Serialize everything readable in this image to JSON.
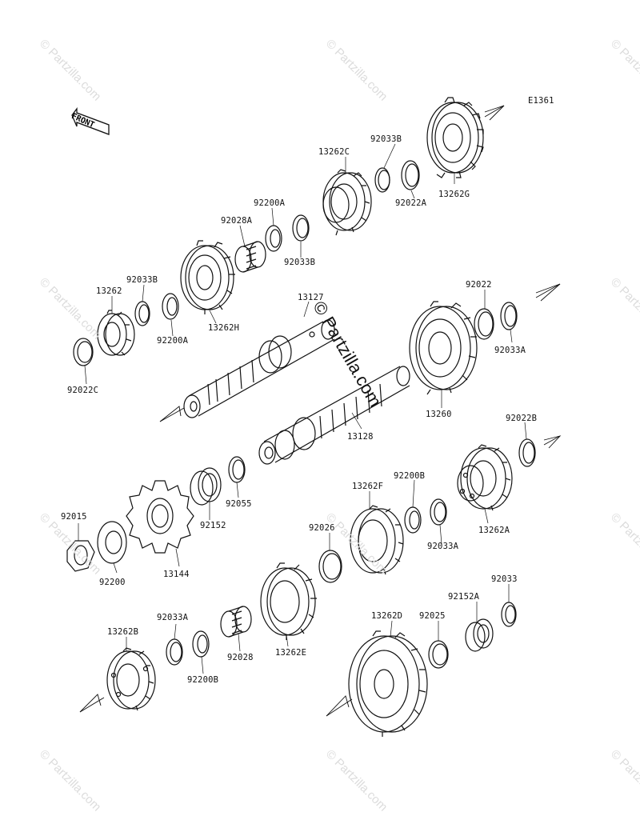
{
  "diagram_id": "E1361",
  "front_label": "FRONT",
  "watermark_text": "© Partzilla.com",
  "center_watermark": "© Partzilla.com",
  "parts": {
    "p13262G": "13262G",
    "p92033B_top": "92033B",
    "p92022A": "92022A",
    "p13262C": "13262C",
    "p92200A_top": "92200A",
    "p92028A": "92028A",
    "p92033B_mid": "92033B",
    "p92033B_left": "92033B",
    "p13262": "13262",
    "p92200A_left": "92200A",
    "p13262H": "13262H",
    "p92022C": "92022C",
    "p13127": "13127",
    "p92022": "92022",
    "p92033A_right": "92033A",
    "p13260": "13260",
    "p13128": "13128",
    "p92022B": "92022B",
    "p92055": "92055",
    "p92152": "92152",
    "p92200B_mid": "92200B",
    "p13262F": "13262F",
    "p92033A_mid": "92033A",
    "p13262A": "13262A",
    "p92015": "92015",
    "p92200": "92200",
    "p13144": "13144",
    "p92026": "92026",
    "p92033": "92033",
    "p92152A": "92152A",
    "p92033A_low": "92033A",
    "p92200B_low": "92200B",
    "p92028": "92028",
    "p13262E": "13262E",
    "p13262D": "13262D",
    "p92025": "92025",
    "p13262B": "13262B"
  },
  "colors": {
    "line": "#111111",
    "watermark": "#dcdcdc"
  }
}
